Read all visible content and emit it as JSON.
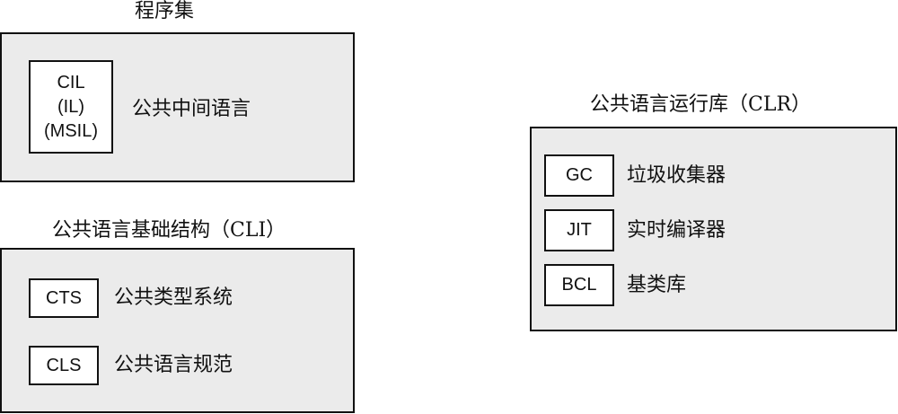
{
  "assembly": {
    "title": "程序集",
    "items": [
      {
        "tag_lines": [
          "CIL",
          "(IL)",
          "(MSIL)"
        ],
        "description": "公共中间语言"
      }
    ]
  },
  "cli": {
    "title": "公共语言基础结构（CLI）",
    "items": [
      {
        "tag": "CTS",
        "description": "公共类型系统"
      },
      {
        "tag": "CLS",
        "description": "公共语言规范"
      }
    ]
  },
  "clr": {
    "title": "公共语言运行库（CLR）",
    "items": [
      {
        "tag": "GC",
        "description": "垃圾收集器"
      },
      {
        "tag": "JIT",
        "description": "实时编译器"
      },
      {
        "tag": "BCL",
        "description": "基类库"
      }
    ]
  }
}
